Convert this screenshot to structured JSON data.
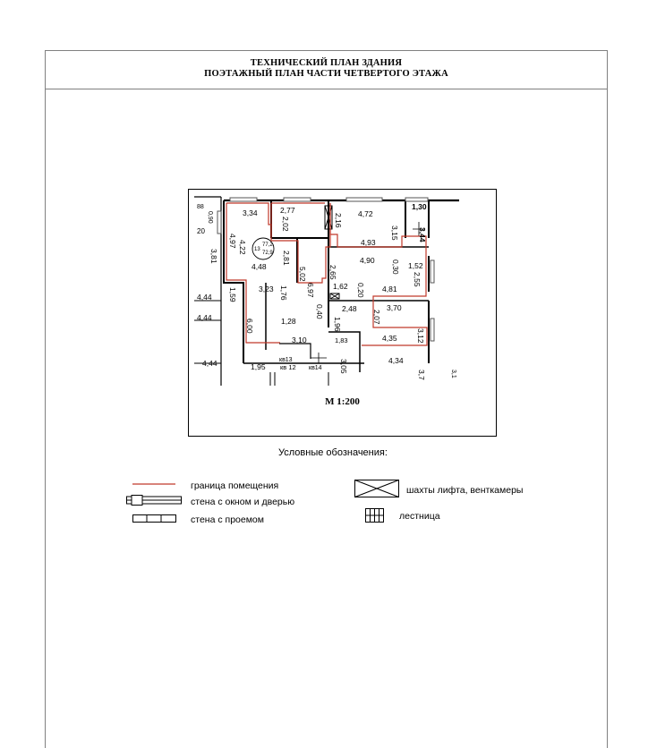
{
  "document": {
    "title_line1": "ТЕХНИЧЕСКИЙ ПЛАН ЗДАНИЯ",
    "title_line2": "ПОЭТАЖНЫЙ ПЛАН ЧАСТИ ЧЕТВЕРТОГО ЭТАЖА",
    "scale": "М 1:200"
  },
  "plan": {
    "room_number": "13",
    "area_total": "77,2",
    "area_living": "72,9",
    "apartment_labels": [
      "кв13",
      "кв 12",
      "кв14"
    ],
    "dimensions": [
      "88",
      "0,90",
      "20",
      "3,34",
      "2,02",
      "2,77",
      "2,16",
      "4,72",
      "3,15",
      "1,30",
      "3,44",
      "4,97",
      "4,22",
      "3,81",
      "2,81",
      "4,48",
      "4,93",
      "4,90",
      "0,30",
      "1,52",
      "5,02",
      "2,65",
      "2,55",
      "4,44",
      "1,59",
      "3,23",
      "1,76",
      "6,97",
      "1,62",
      "0,20",
      "4,81",
      "0,40",
      "2,48",
      "2,07",
      "3,70",
      "4,44",
      "6,00",
      "1,28",
      "1,96",
      "3,12",
      "3,10",
      "1,83",
      "4,35",
      "4,44",
      "1,95",
      "3,05",
      "4,34",
      "3,7",
      "3,1"
    ],
    "colors": {
      "room_boundary": "#c0392b",
      "walls": "#000000",
      "window": "#555555"
    }
  },
  "legend": {
    "title": "Условные обозначения:",
    "items": [
      {
        "label": "граница помещения",
        "symbol": "red-line"
      },
      {
        "label": "стена с окном и дверью",
        "symbol": "wall-window-door"
      },
      {
        "label": "стена с проемом",
        "symbol": "wall-opening"
      },
      {
        "label": "шахты лифта, венткамеры",
        "symbol": "shaft-cross"
      },
      {
        "label": "лестница",
        "symbol": "stairs-grid"
      }
    ]
  }
}
